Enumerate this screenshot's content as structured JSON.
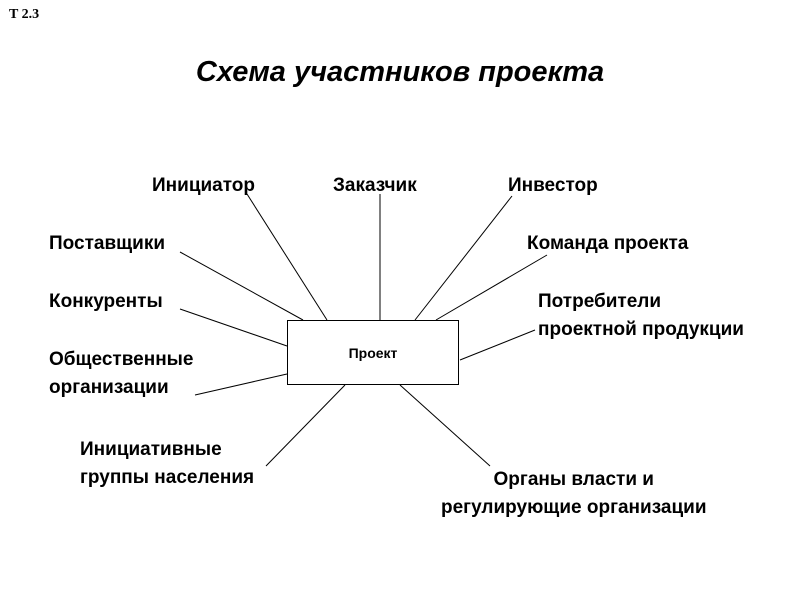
{
  "slide_number": "T 2.3",
  "title": "Схема участников проекта",
  "center": {
    "label": "Проект"
  },
  "participants": [
    {
      "id": "initiator",
      "lines": [
        "Инициатор"
      ]
    },
    {
      "id": "customer",
      "lines": [
        "Заказчик"
      ]
    },
    {
      "id": "investor",
      "lines": [
        "Инвестор"
      ]
    },
    {
      "id": "suppliers",
      "lines": [
        "Поставщики"
      ]
    },
    {
      "id": "team",
      "lines": [
        "Команда проекта"
      ]
    },
    {
      "id": "competitors",
      "lines": [
        "Конкуренты"
      ]
    },
    {
      "id": "consumers",
      "lines": [
        "Потребители",
        "проектной продукции"
      ]
    },
    {
      "id": "public-orgs",
      "lines": [
        "Общественные",
        "организации"
      ]
    },
    {
      "id": "initiative-groups",
      "lines": [
        "Инициативные",
        "группы населения"
      ]
    },
    {
      "id": "authorities",
      "lines": [
        "Органы власти  и",
        "регулирующие организации"
      ]
    }
  ]
}
